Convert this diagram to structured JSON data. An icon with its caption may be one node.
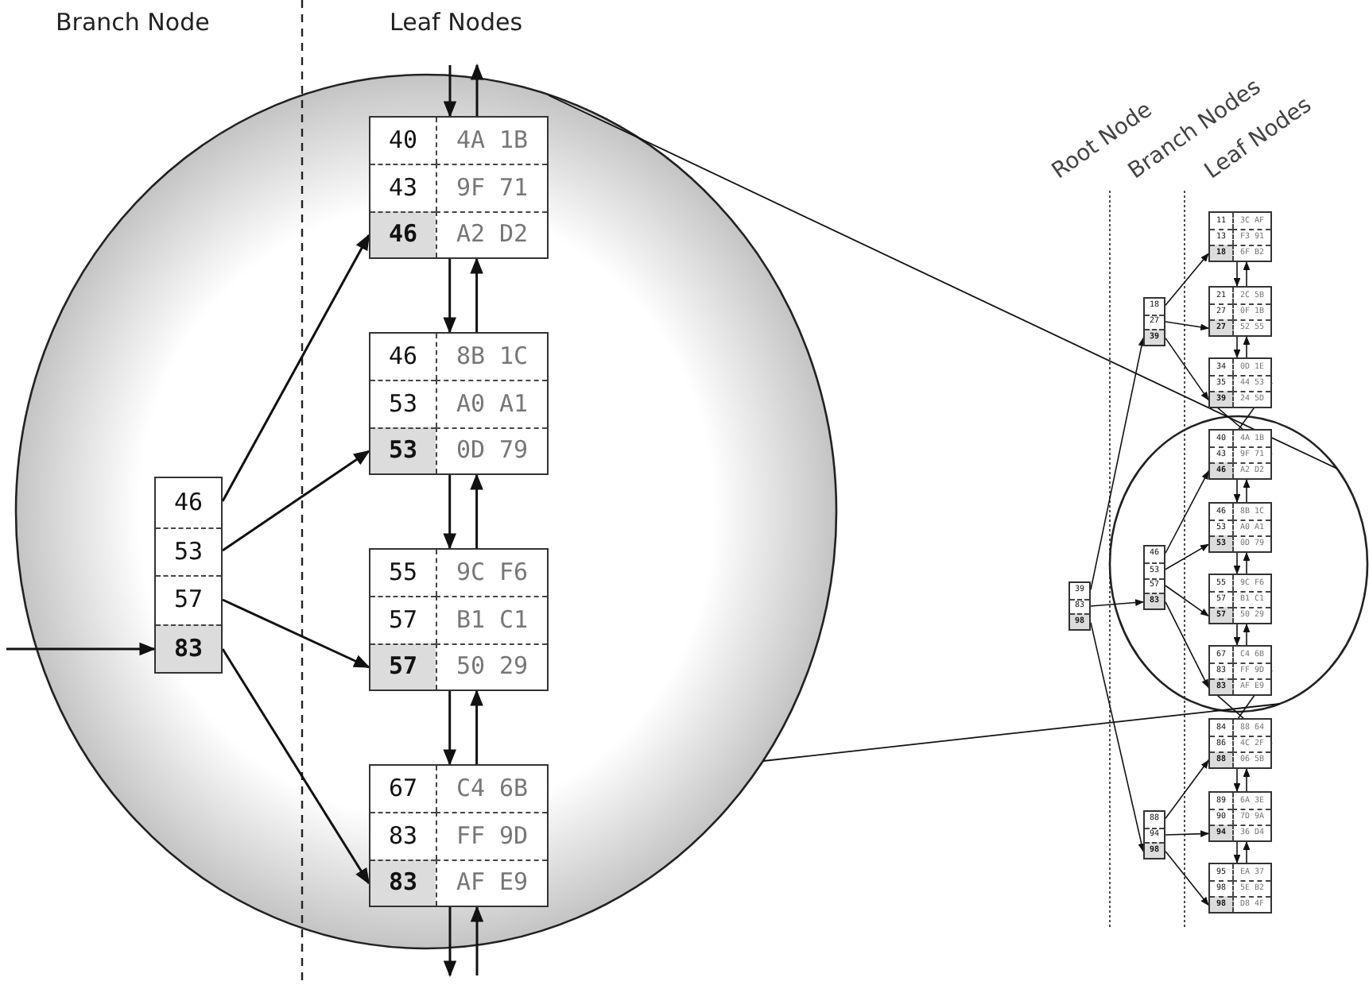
{
  "diagram": {
    "nodes": [
      {
        "text": [],
        "shape": "circle"
      },
      {
        "text": [
          "46",
          "53",
          "57",
          "83"
        ],
        "in": 0
      },
      {
        "text": [
          "40",
          "4A 1B",
          "43",
          "9F 71",
          "46",
          "A2 D2"
        ],
        "in": 0
      },
      {
        "text": [
          "46",
          "8B 1C",
          "53",
          "A0 A1",
          "53",
          "0D 79"
        ],
        "in": 0
      },
      {
        "text": [
          "55",
          "9C F6",
          "57",
          "B1 C1",
          "57",
          "50 29"
        ],
        "in": 0
      },
      {
        "text": [
          "67",
          "C4 6B",
          "83",
          "FF 9D",
          "83",
          "AF E9"
        ],
        "in": 0
      },
      {
        "text": [],
        "shape": "circle"
      },
      {
        "text": [
          "39",
          "83",
          "98"
        ]
      },
      {
        "text": [
          "18",
          "27",
          "39"
        ]
      },
      {
        "text": [
          "46",
          "53",
          "57",
          "83"
        ],
        "in": 6
      },
      {
        "text": [
          "88",
          "94",
          "98"
        ]
      },
      {
        "text": [
          "11",
          "3C AF",
          "13",
          "F3 91",
          "18",
          "6F B2"
        ]
      },
      {
        "text": [
          "21",
          "2C 5B",
          "27",
          "0F 1B",
          "27",
          "52 55"
        ]
      },
      {
        "text": [
          "34",
          "0D 1E",
          "35",
          "44 53",
          "39",
          "24 5D"
        ]
      },
      {
        "text": [
          "40",
          "4A 1B",
          "43",
          "9F 71",
          "46",
          "A2 D2"
        ],
        "in": 6
      },
      {
        "text": [
          "46",
          "8B 1C",
          "53",
          "A0 A1",
          "53",
          "0D 79"
        ],
        "in": 6
      },
      {
        "text": [
          "55",
          "9C F6",
          "57",
          "B1 C1",
          "57",
          "50 29"
        ],
        "in": 6
      },
      {
        "text": [
          "67",
          "C4 6B",
          "83",
          "FF 9D",
          "83",
          "AF E9"
        ],
        "in": 6
      },
      {
        "text": [
          "84",
          "88 64",
          "86",
          "4C 2F",
          "88",
          "06 5B"
        ]
      },
      {
        "text": [
          "89",
          "6A 3E",
          "90",
          "7D 9A",
          "94",
          "36 D4"
        ]
      },
      {
        "text": [
          "95",
          "EA 37",
          "98",
          "5E B2",
          "98",
          "D8 4F"
        ]
      }
    ],
    "edges": [
      {
        "from": null,
        "to": 1,
        "arrow": "to"
      },
      {
        "from": 1,
        "to": 2,
        "arrow": "to"
      },
      {
        "from": 1,
        "to": 3,
        "arrow": "to"
      },
      {
        "from": 1,
        "to": 4,
        "arrow": "to"
      },
      {
        "from": 1,
        "to": 5,
        "arrow": "to"
      },
      {
        "from": null,
        "to": 2,
        "arrow": "to"
      },
      {
        "from": 2,
        "to": null,
        "arrow": "to"
      },
      {
        "from": 2,
        "to": 3,
        "arrow": "to"
      },
      {
        "from": 3,
        "to": 2,
        "arrow": "to"
      },
      {
        "from": 3,
        "to": 4,
        "arrow": "to"
      },
      {
        "from": 4,
        "to": 3,
        "arrow": "to"
      },
      {
        "from": 4,
        "to": 5,
        "arrow": "to"
      },
      {
        "from": 5,
        "to": 4,
        "arrow": "to"
      },
      {
        "from": 5,
        "to": null,
        "arrow": "to"
      },
      {
        "from": null,
        "to": 5,
        "arrow": "to"
      },
      {
        "from": 7,
        "to": 8,
        "arrow": "to"
      },
      {
        "from": 7,
        "to": 9,
        "arrow": "to"
      },
      {
        "from": 7,
        "to": 10,
        "arrow": "to"
      },
      {
        "from": 8,
        "to": 11,
        "arrow": "to"
      },
      {
        "from": 8,
        "to": 12,
        "arrow": "to"
      },
      {
        "from": 8,
        "to": 13,
        "arrow": "to"
      },
      {
        "from": 9,
        "to": 14,
        "arrow": "to"
      },
      {
        "from": 9,
        "to": 15,
        "arrow": "to"
      },
      {
        "from": 9,
        "to": 16,
        "arrow": "to"
      },
      {
        "from": 9,
        "to": 17,
        "arrow": "to"
      },
      {
        "from": 10,
        "to": 18,
        "arrow": "to"
      },
      {
        "from": 10,
        "to": 19,
        "arrow": "to"
      },
      {
        "from": 10,
        "to": 20,
        "arrow": "to"
      },
      {
        "from": 11,
        "to": 12,
        "arrow": "to"
      },
      {
        "from": 12,
        "to": 11,
        "arrow": "to"
      },
      {
        "from": 12,
        "to": 13,
        "arrow": "to"
      },
      {
        "from": 13,
        "to": 12,
        "arrow": "to"
      },
      {
        "from": 13,
        "to": 14,
        "arrow": "to"
      },
      {
        "from": 14,
        "to": 13,
        "arrow": "to"
      },
      {
        "from": 14,
        "to": 15,
        "arrow": "to"
      },
      {
        "from": 15,
        "to": 14,
        "arrow": "to"
      },
      {
        "from": 15,
        "to": 16,
        "arrow": "to"
      },
      {
        "from": 16,
        "to": 15,
        "arrow": "to"
      },
      {
        "from": 16,
        "to": 17,
        "arrow": "to"
      },
      {
        "from": 17,
        "to": 16,
        "arrow": "to"
      },
      {
        "from": 17,
        "to": 18,
        "arrow": "to"
      },
      {
        "from": 18,
        "to": 17,
        "arrow": "to"
      },
      {
        "from": 18,
        "to": 19,
        "arrow": "to"
      },
      {
        "from": 19,
        "to": 18,
        "arrow": "to"
      },
      {
        "from": 19,
        "to": 20,
        "arrow": "to"
      },
      {
        "from": 20,
        "to": 19,
        "arrow": "to"
      },
      {
        "from": 0,
        "to": 6,
        "arrow": "none"
      },
      {
        "from": 0,
        "to": 6,
        "arrow": "none"
      }
    ],
    "labels": [
      "Branch Node",
      "Leaf Nodes",
      "Root Node",
      "Branch Nodes",
      "Leaf Nodes"
    ]
  }
}
